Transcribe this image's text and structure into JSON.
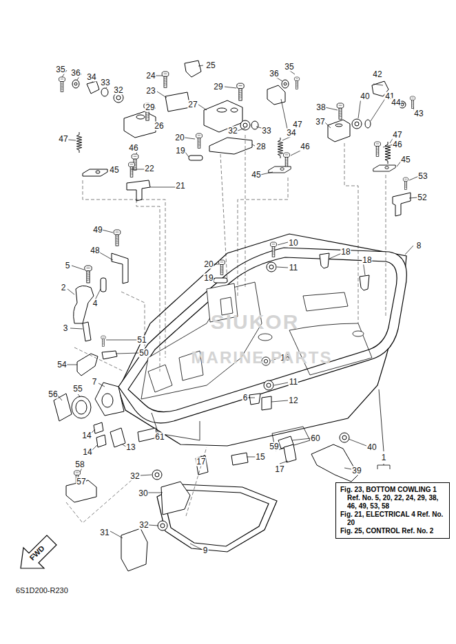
{
  "diagram": {
    "nodes": [
      {
        "text": [
          "Fig. 23, BOTTOM COWLING 1 Ref. No. 5, 20, 22, 24, 29, 38, 46, 49, 53, 58",
          "Fig. 21, ELECTRICAL 4 Ref. No. 20",
          "Fig. 25, CONTROL Ref. No. 2"
        ]
      }
    ],
    "labels": [
      "35",
      "36",
      "34",
      "33",
      "32",
      "29",
      "26",
      "47",
      "46",
      "45",
      "24",
      "25",
      "23",
      "29",
      "27",
      "20",
      "19",
      "28",
      "22",
      "21",
      "36",
      "35",
      "33",
      "32",
      "34",
      "47",
      "46",
      "45",
      "42",
      "41",
      "40",
      "44",
      "43",
      "38",
      "37",
      "46",
      "47",
      "45",
      "53",
      "52",
      "8",
      "49",
      "48",
      "10",
      "11",
      "20",
      "19",
      "18",
      "18",
      "5",
      "4",
      "2",
      "3",
      "51",
      "50",
      "54",
      "7",
      "56",
      "55",
      "16",
      "11",
      "6",
      "12",
      "14",
      "14",
      "13",
      "61",
      "59",
      "60",
      "17",
      "17",
      "15",
      "40",
      "39",
      "32",
      "30",
      "58",
      "57",
      "31",
      "32",
      "9",
      "1",
      "FWD",
      "6S1D200-R230",
      "SIUKOR",
      "MARINE PARTS"
    ]
  }
}
